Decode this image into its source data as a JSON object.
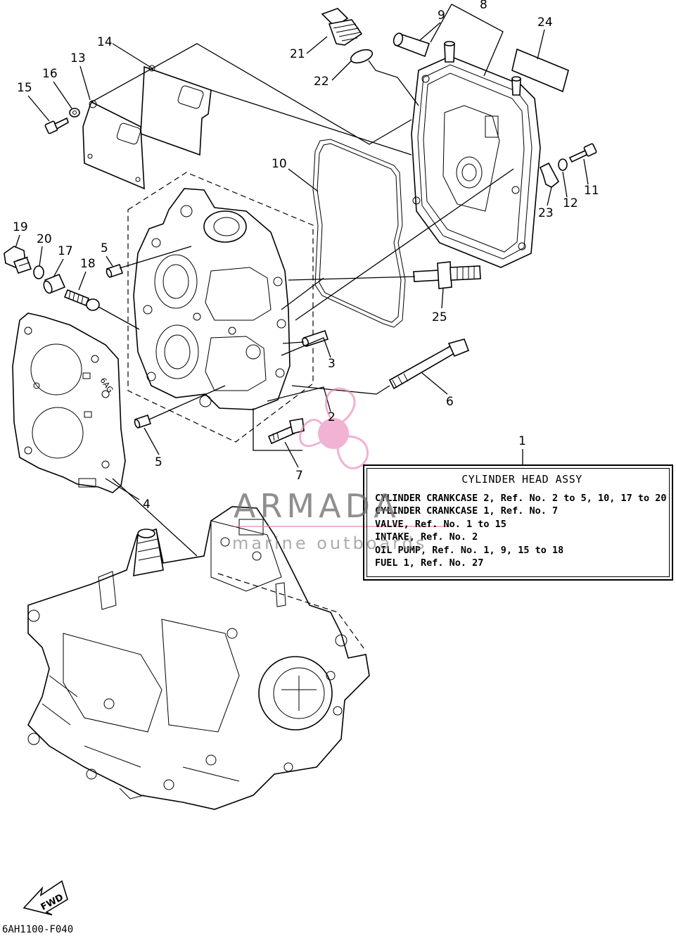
{
  "legend": {
    "title": "CYLINDER HEAD ASSY",
    "rows": [
      "CYLINDER CRANKCASE 2, Ref. No. 2 to 5, 10, 17 to 20",
      "CYLINDER CRANKCASE 1, Ref. No. 7",
      "VALVE, Ref. No. 1 to 15",
      "INTAKE, Ref. No. 2",
      "OIL PUMP, Ref. No. 1, 9, 15 to 18",
      "FUEL 1, Ref. No. 27"
    ]
  },
  "callouts": [
    "1",
    "2",
    "3",
    "4",
    "5",
    "5",
    "6",
    "7",
    "8",
    "9",
    "10",
    "11",
    "12",
    "13",
    "14",
    "15",
    "16",
    "17",
    "18",
    "19",
    "20",
    "21",
    "22",
    "23",
    "24",
    "25"
  ],
  "direction_label": "FWD",
  "drawing_code": "6AH1100-F040",
  "watermark": {
    "brand": "ARMADA",
    "tagline": "marine outboards",
    "accent_color": "#e87fb6"
  },
  "gasket_marking": "6AG"
}
